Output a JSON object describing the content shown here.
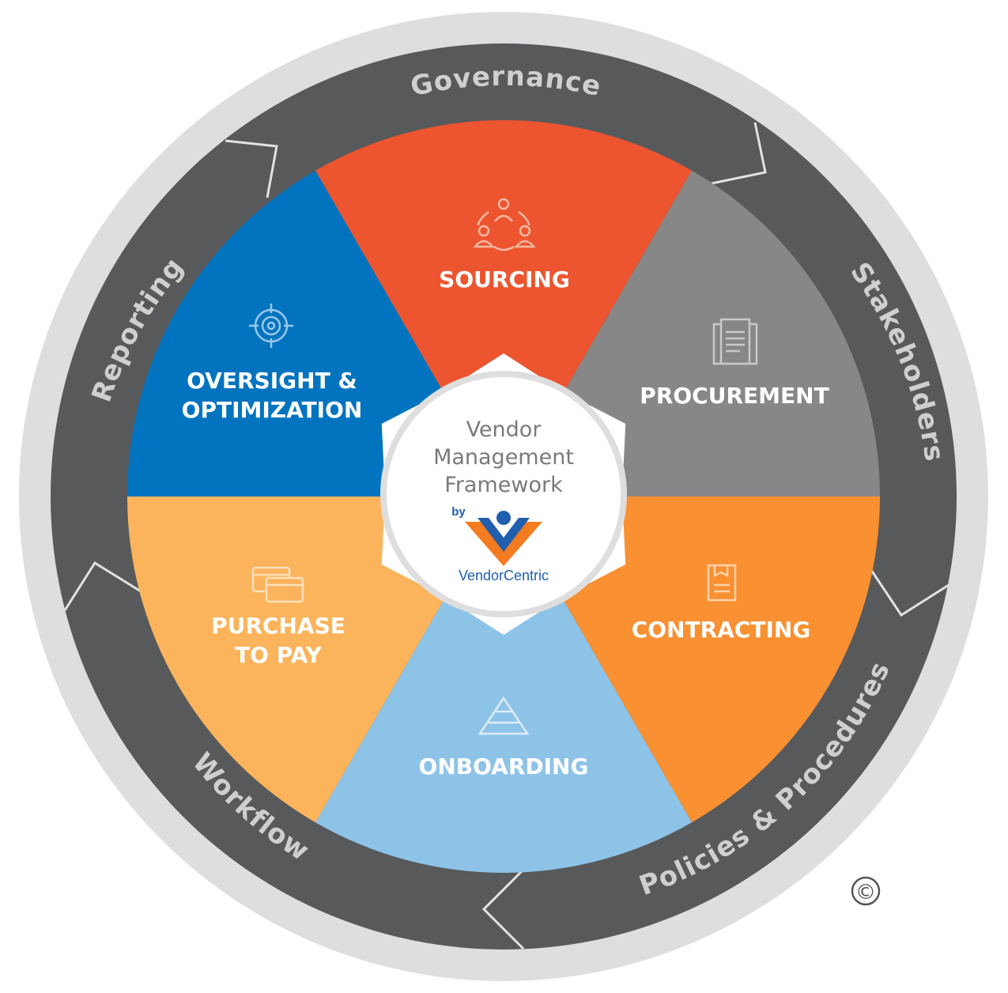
{
  "ring": {
    "labels": [
      "Governance",
      "Stakeholders",
      "Policies & Procedures",
      "Workflow",
      "Reporting"
    ]
  },
  "segments": [
    {
      "label_lines": [
        "SOURCING"
      ],
      "color": "#ec5530",
      "icon": "people-cycle-icon"
    },
    {
      "label_lines": [
        "PROCUREMENT"
      ],
      "color": "#878787",
      "icon": "documents-stack-icon"
    },
    {
      "label_lines": [
        "CONTRACTING"
      ],
      "color": "#f99032",
      "icon": "contract-document-icon"
    },
    {
      "label_lines": [
        "ONBOARDING"
      ],
      "color": "#8ec3e8",
      "icon": "pyramid-icon"
    },
    {
      "label_lines": [
        "PURCHASE",
        "TO PAY"
      ],
      "color": "#fbb45c",
      "icon": "credit-cards-icon"
    },
    {
      "label_lines": [
        "OVERSIGHT &",
        "OPTIMIZATION"
      ],
      "color": "#0274bf",
      "icon": "target-icon"
    }
  ],
  "center": {
    "title_lines": [
      "Vendor",
      "Management",
      "Framework"
    ],
    "by": "by",
    "brand": "VendorCentric",
    "logo": "vendorcentric-logo"
  },
  "copyright": "©",
  "colors": {
    "outer_ring": "#dedede",
    "dark_ring": "#58595b",
    "ring_text": "#cfcfcf",
    "brand_blue": "#1f5fae",
    "brand_orange": "#f47b20"
  }
}
